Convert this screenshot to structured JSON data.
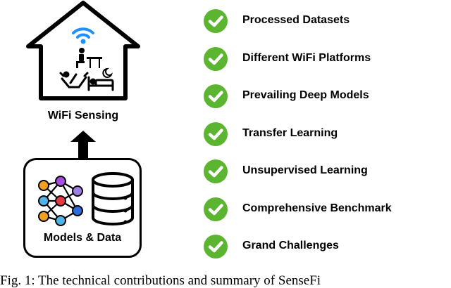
{
  "figure": {
    "house_label": "WiFi Sensing",
    "box_label": "Models & Data",
    "contributions": [
      "Processed Datasets",
      "Different WiFi Platforms",
      "Prevailing Deep Models",
      "Transfer Learning",
      "Unsupervised Learning",
      "Comprehensive Benchmark",
      "Grand Challenges"
    ],
    "check_color": "#5bb531",
    "wifi_color": "#1e90ff",
    "node_colors": [
      "#e63946",
      "#2b6cd9",
      "#a64de0",
      "#f2a01f",
      "#4fb3e8",
      "#9c7fe0"
    ]
  },
  "caption": "Fig. 1: The technical contributions and summary of SenseFi"
}
